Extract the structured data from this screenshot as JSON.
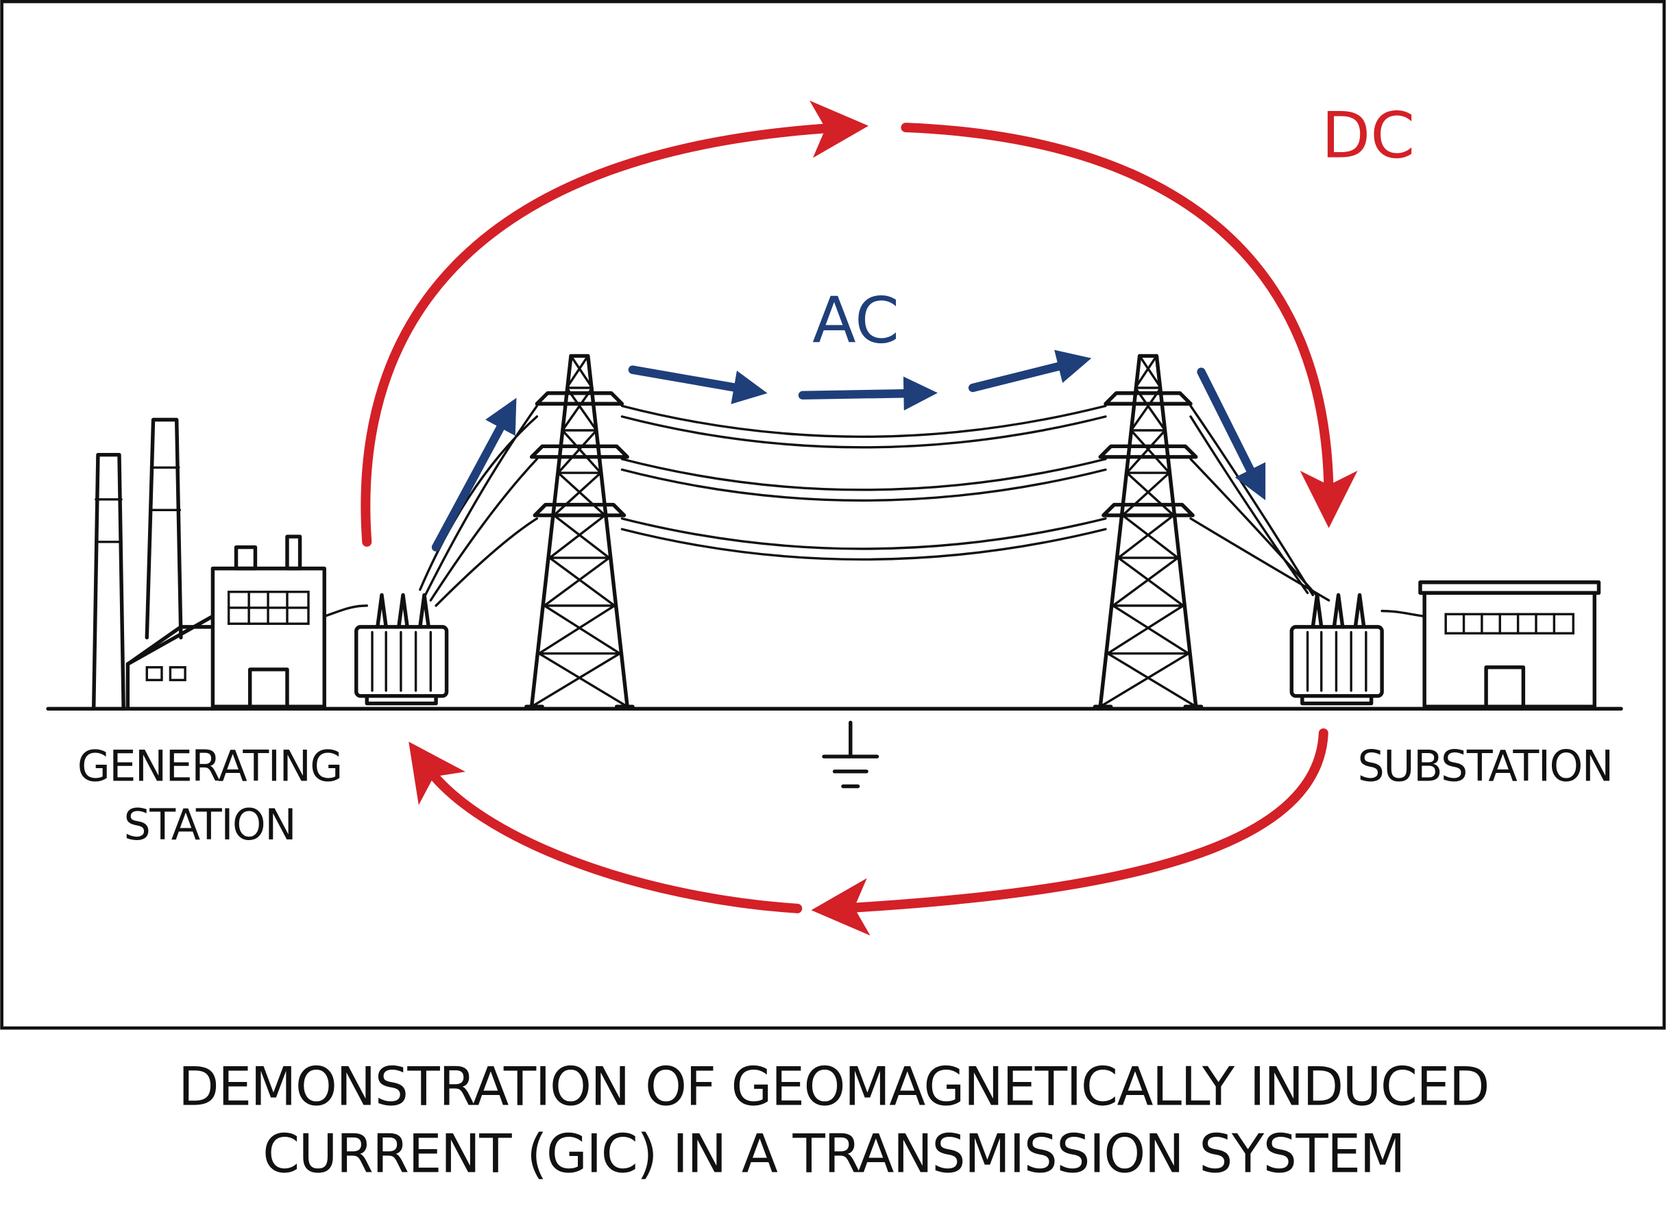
{
  "diagram": {
    "labels": {
      "dc": "DC",
      "ac": "AC",
      "generating_station": [
        "GENERATING",
        "STATION"
      ],
      "substation": "SUBSTATION"
    },
    "caption": [
      "DEMONSTRATION OF GEOMAGNETICALLY INDUCED",
      "CURRENT (GIC) IN A TRANSMISSION SYSTEM"
    ],
    "colors": {
      "dc": "#d42027",
      "ac": "#1f3f7a",
      "ink": "#111111"
    }
  }
}
